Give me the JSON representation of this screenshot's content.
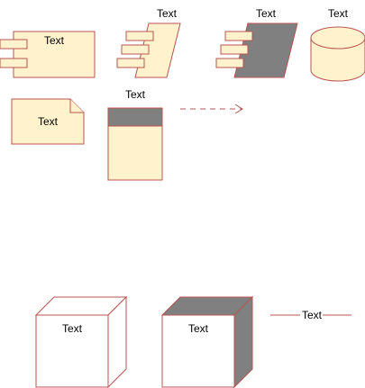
{
  "colors": {
    "fill": "#FFF2CC",
    "stroke": "#B85450",
    "dark_fill": "#808080",
    "text": "#000000",
    "background": "#FFFFFF"
  },
  "shapes": {
    "component": {
      "label": "Text"
    },
    "component_parallelogram": {
      "label": "Text"
    },
    "component_parallelogram_dark": {
      "label": "Text"
    },
    "database": {
      "label": "Text"
    },
    "note": {
      "label": "Text"
    },
    "container": {
      "label": "Text"
    },
    "dependency_arrow": {
      "label": ""
    },
    "node_cube": {
      "label": "Text"
    },
    "node_cube_dark": {
      "label": "Text"
    },
    "association_line": {
      "label": "Text"
    }
  }
}
